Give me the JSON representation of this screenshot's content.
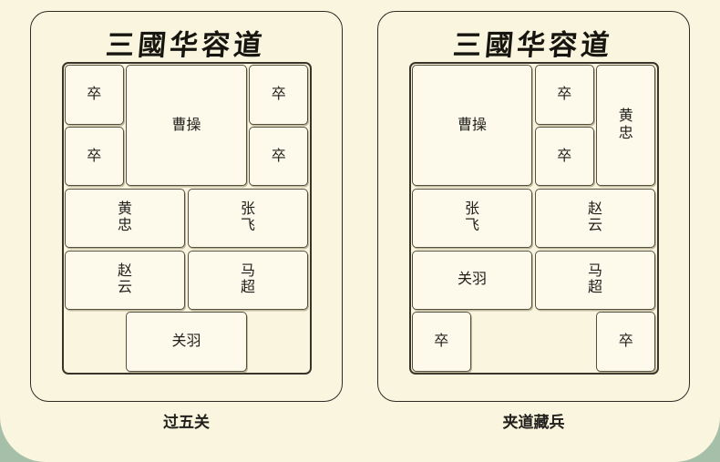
{
  "colors": {
    "page_background": "#a6bfa9",
    "surface": "#f9f5de",
    "piece_fill": "#fdfaeb",
    "piece_border": "#55503e",
    "panel_border": "#2e2b25",
    "text": "#21201c"
  },
  "panels": [
    {
      "title": "三國华容道",
      "caption": "过五关",
      "board": {
        "cols": 4,
        "rows": 5,
        "pieces": [
          {
            "label": "卒",
            "col": 0,
            "row": 0,
            "w": 1,
            "h": 1,
            "stack": false
          },
          {
            "label": "曹操",
            "col": 1,
            "row": 0,
            "w": 2,
            "h": 2,
            "stack": false
          },
          {
            "label": "卒",
            "col": 3,
            "row": 0,
            "w": 1,
            "h": 1,
            "stack": false
          },
          {
            "label": "卒",
            "col": 0,
            "row": 1,
            "w": 1,
            "h": 1,
            "stack": false
          },
          {
            "label": "卒",
            "col": 3,
            "row": 1,
            "w": 1,
            "h": 1,
            "stack": false
          },
          {
            "label": "黄忠",
            "col": 0,
            "row": 2,
            "w": 2,
            "h": 1,
            "stack": true
          },
          {
            "label": "张飞",
            "col": 2,
            "row": 2,
            "w": 2,
            "h": 1,
            "stack": true
          },
          {
            "label": "赵云",
            "col": 0,
            "row": 3,
            "w": 2,
            "h": 1,
            "stack": true
          },
          {
            "label": "马超",
            "col": 2,
            "row": 3,
            "w": 2,
            "h": 1,
            "stack": true
          },
          {
            "label": "关羽",
            "col": 1,
            "row": 4,
            "w": 2,
            "h": 1,
            "stack": false
          }
        ]
      }
    },
    {
      "title": "三國华容道",
      "caption": "夹道藏兵",
      "board": {
        "cols": 4,
        "rows": 5,
        "pieces": [
          {
            "label": "曹操",
            "col": 0,
            "row": 0,
            "w": 2,
            "h": 2,
            "stack": false
          },
          {
            "label": "卒",
            "col": 2,
            "row": 0,
            "w": 1,
            "h": 1,
            "stack": false
          },
          {
            "label": "黄忠",
            "col": 3,
            "row": 0,
            "w": 1,
            "h": 2,
            "stack": true
          },
          {
            "label": "卒",
            "col": 2,
            "row": 1,
            "w": 1,
            "h": 1,
            "stack": false
          },
          {
            "label": "张飞",
            "col": 0,
            "row": 2,
            "w": 2,
            "h": 1,
            "stack": true
          },
          {
            "label": "赵云",
            "col": 2,
            "row": 2,
            "w": 2,
            "h": 1,
            "stack": true
          },
          {
            "label": "关羽",
            "col": 0,
            "row": 3,
            "w": 2,
            "h": 1,
            "stack": false
          },
          {
            "label": "马超",
            "col": 2,
            "row": 3,
            "w": 2,
            "h": 1,
            "stack": true
          },
          {
            "label": "卒",
            "col": 0,
            "row": 4,
            "w": 1,
            "h": 1,
            "stack": false
          },
          {
            "label": "卒",
            "col": 3,
            "row": 4,
            "w": 1,
            "h": 1,
            "stack": false
          }
        ]
      }
    }
  ]
}
